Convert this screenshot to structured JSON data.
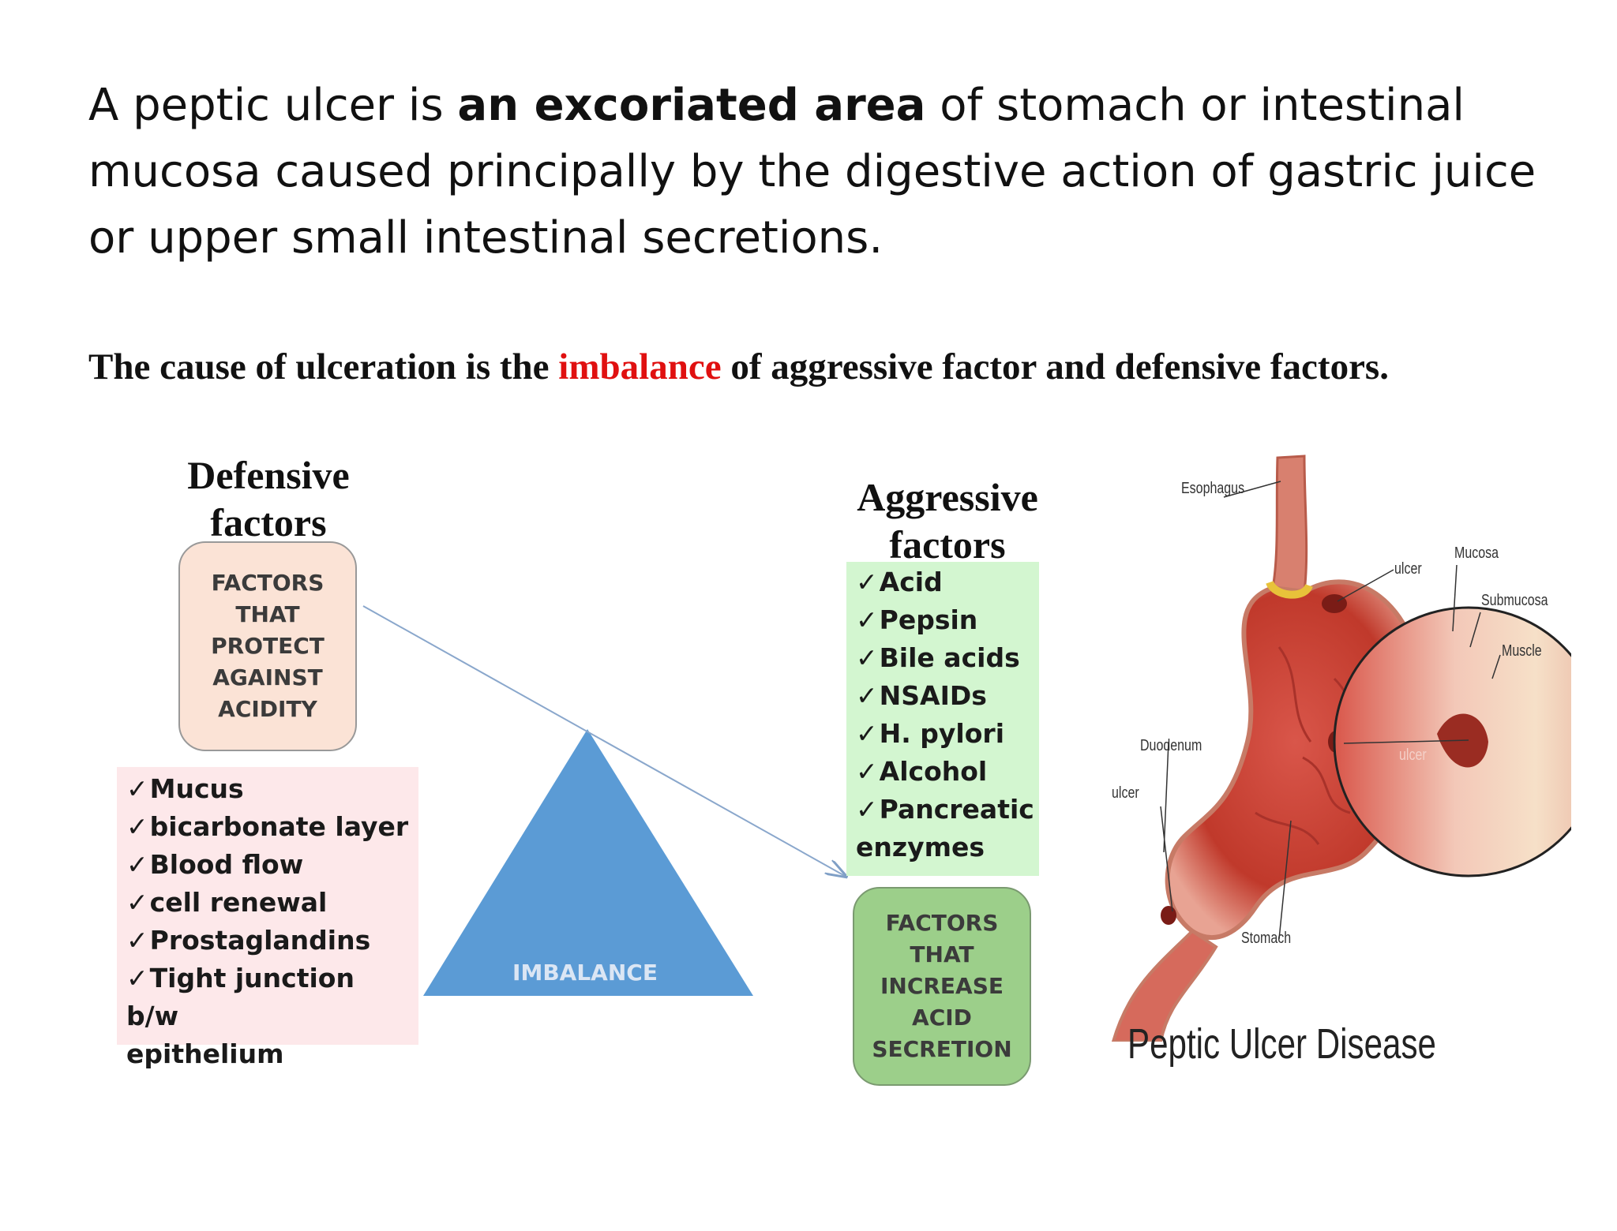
{
  "definition": {
    "part1": "A peptic ulcer is ",
    "bold": "an excoriated area",
    "part2": " of stomach or intestinal mucosa caused principally by the digestive action of gastric juice or upper small intestinal secretions."
  },
  "cause": {
    "part1": "The cause of   ulceration is the ",
    "highlight": "imbalance",
    "part2": " of aggressive factor and defensive factors.",
    "highlight_color": "#e01010"
  },
  "defensive": {
    "heading": "Defensive factors",
    "box_text": "FACTORS THAT PROTECT AGAINST ACIDITY",
    "items": [
      "Mucus",
      "bicarbonate layer",
      "Blood flow",
      "cell renewal",
      "Prostaglandins",
      "Tight junction b/w"
    ],
    "last_line": "epithelium"
  },
  "aggressive": {
    "heading": "Aggressive factors",
    "items": [
      "Acid",
      "Pepsin",
      "Bile acids",
      "NSAIDs",
      "H. pylori",
      "Alcohol",
      "Pancreatic"
    ],
    "last_line": "enzymes",
    "box_text": "FACTORS THAT INCREASE ACID SECRETION"
  },
  "balance": {
    "label": "IMBALANCE",
    "triangle_color": "#5b9bd5"
  },
  "illustration": {
    "labels": {
      "esophagus": "Esophagus",
      "ulcer_top": "ulcer",
      "mucosa": "Mucosa",
      "submucosa": "Submucosa",
      "muscle": "Muscle",
      "duodenum": "Duodenum",
      "ulcer_left": "ulcer",
      "ulcer_mid": "ulcer",
      "stomach": "Stomach"
    },
    "caption": "Peptic Ulcer Disease"
  },
  "check_glyph": "✓"
}
